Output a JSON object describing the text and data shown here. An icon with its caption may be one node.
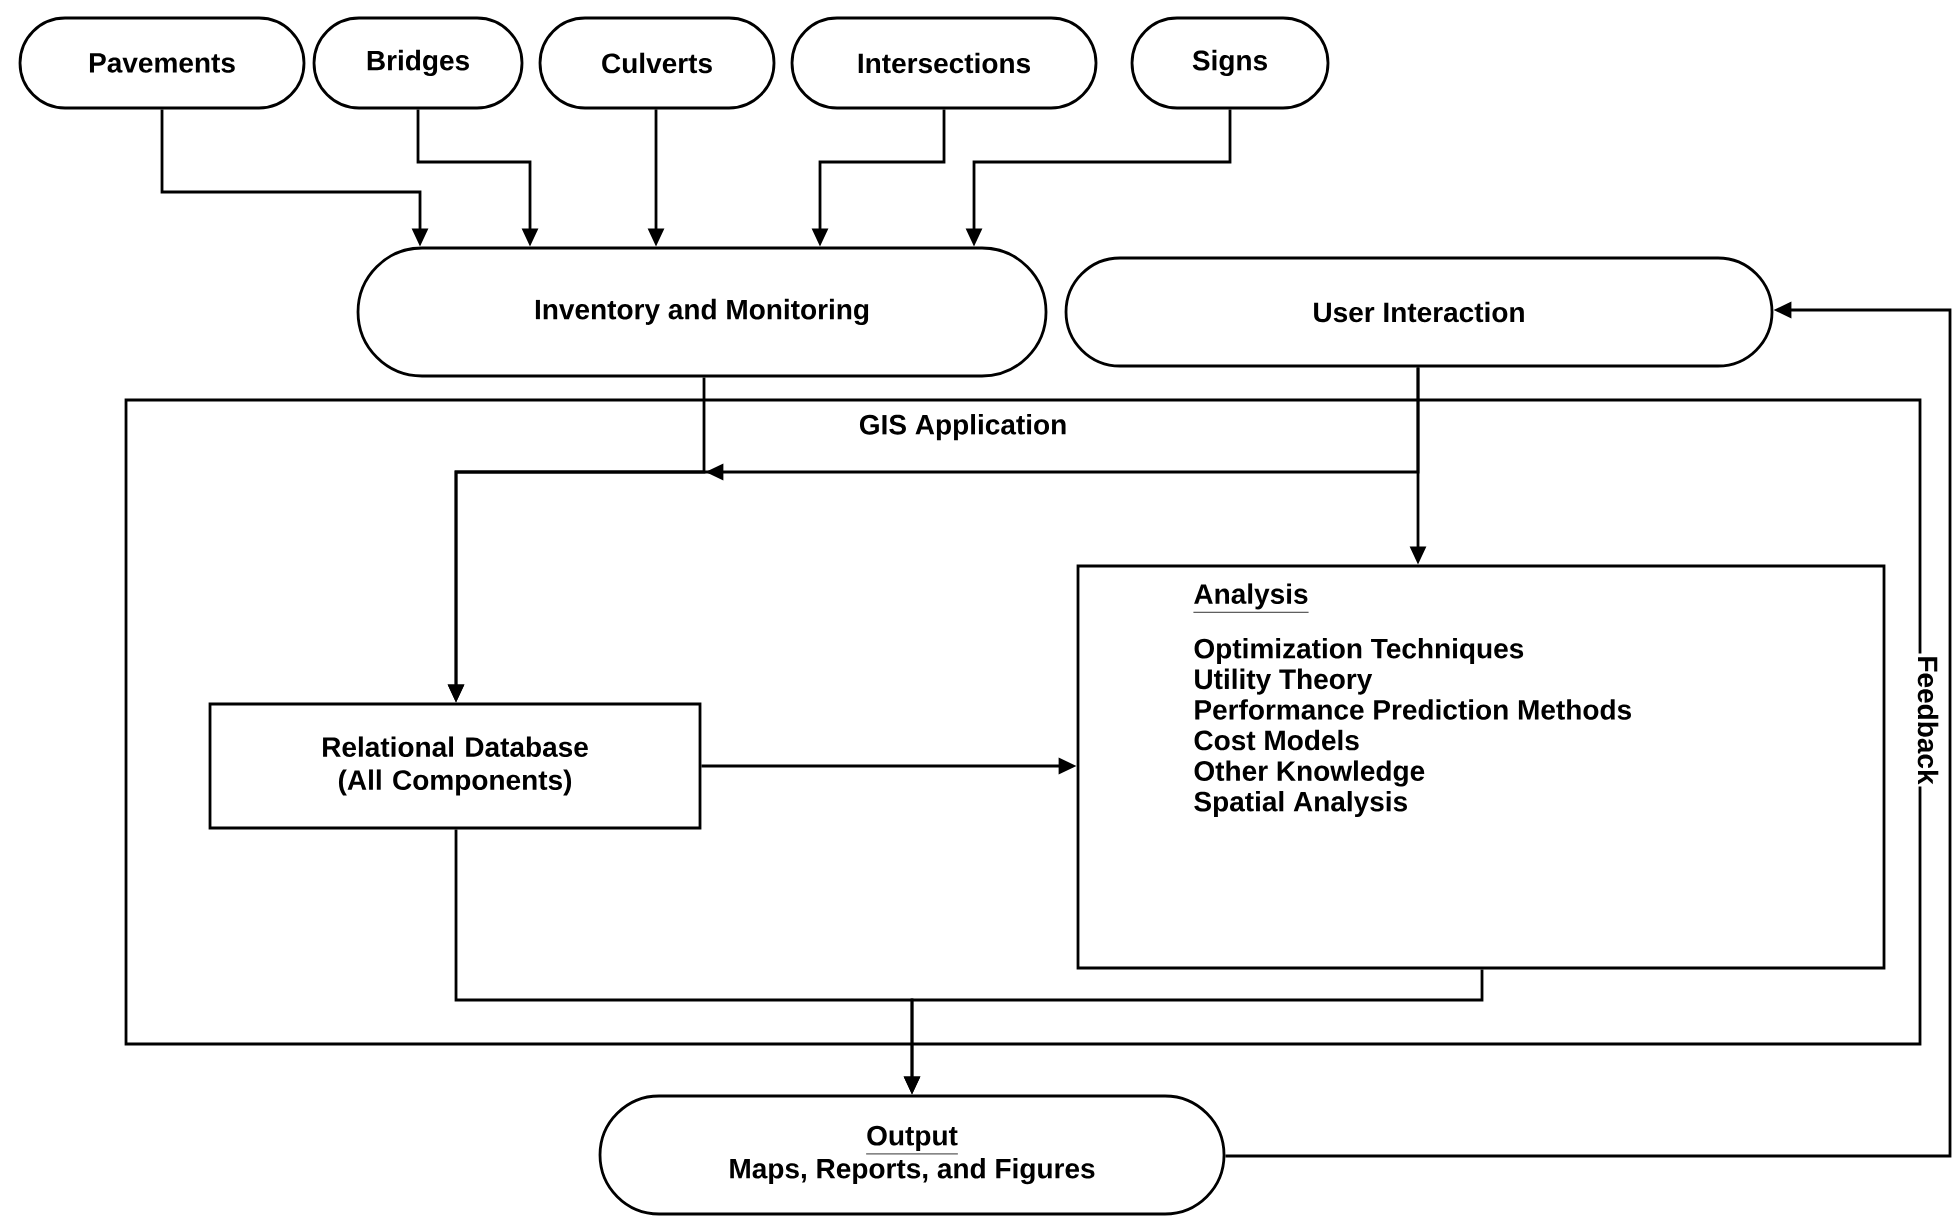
{
  "diagram": {
    "nodes": [
      {
        "text": [
          "Pavements"
        ]
      },
      {
        "text": [
          "Bridges"
        ]
      },
      {
        "text": [
          "Culverts"
        ]
      },
      {
        "text": [
          "Intersections"
        ]
      },
      {
        "text": [
          "Signs"
        ]
      },
      {
        "text": [
          "Inventory and Monitoring"
        ]
      },
      {
        "text": [
          "User Interaction"
        ]
      },
      {
        "text": [
          "GIS Application"
        ]
      },
      {
        "text": [
          "Relational Database (All Components)"
        ],
        "in": 7
      },
      {
        "text": [
          "Analysis",
          "Optimization Techniques",
          "Utility Theory",
          "Performance Prediction Methods",
          "Cost Models",
          "Other Knowledge",
          "Spatial Analysis"
        ],
        "in": 7
      },
      {
        "text": [
          "Output",
          "Maps, Reports, and Figures"
        ]
      }
    ],
    "edges": [
      {
        "from": 0,
        "to": 5,
        "arrow": "to"
      },
      {
        "from": 1,
        "to": 5,
        "arrow": "to"
      },
      {
        "from": 2,
        "to": 5,
        "arrow": "to"
      },
      {
        "from": 3,
        "to": 5,
        "arrow": "to"
      },
      {
        "from": 4,
        "to": 5,
        "arrow": "to"
      },
      {
        "from": 5,
        "to": 8,
        "arrow": "to"
      },
      {
        "from": 6,
        "to": 8,
        "arrow": "to"
      },
      {
        "from": 6,
        "to": 9,
        "arrow": "to"
      },
      {
        "from": 8,
        "to": 9,
        "arrow": "to"
      },
      {
        "from": 8,
        "to": 10,
        "arrow": "to"
      },
      {
        "from": 9,
        "to": 10,
        "arrow": "to"
      },
      {
        "from": 10,
        "to": 6,
        "arrow": "to",
        "label": "Feedback"
      }
    ]
  }
}
